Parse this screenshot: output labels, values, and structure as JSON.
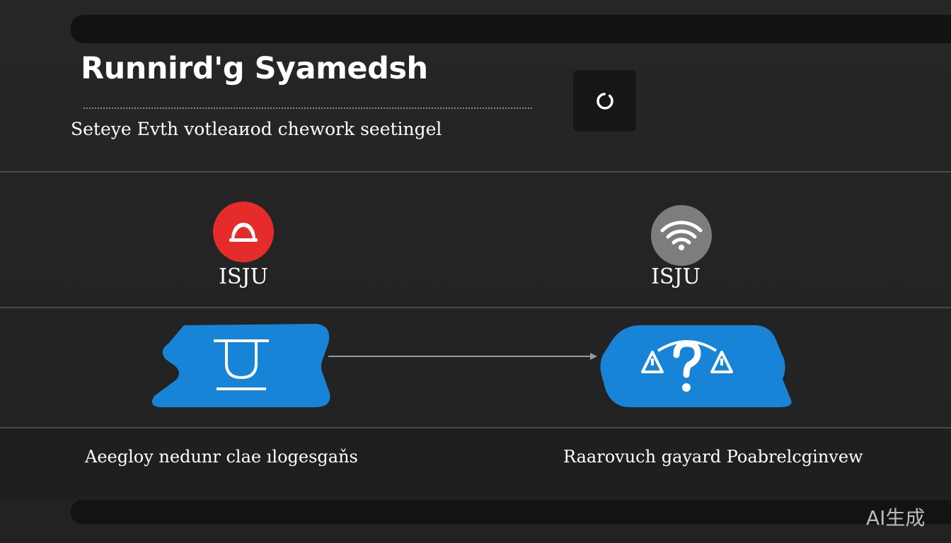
{
  "header": {
    "title": "Runnird'g Syamedsh",
    "subtitle": "Seteye  Evth votleaиod chework seetingel"
  },
  "status_row": {
    "left": {
      "icon": "helmet-icon",
      "color": "#e62b2b",
      "label": "ISJU"
    },
    "right": {
      "icon": "wifi-icon",
      "color": "#7d7d7d",
      "label": "ISJU"
    }
  },
  "flow_row": {
    "left_tag": {
      "icon": "u-bracket-icon",
      "color": "#1784d8"
    },
    "right_tag": {
      "icon": "warning-question-icon",
      "color": "#1784d8"
    }
  },
  "footer": {
    "left_text": "Aeegloy nedunr clae ılogesgaňs",
    "right_text": "Raarovuch gayard Poabrelcginvew"
  },
  "watermark": "AI生成"
}
